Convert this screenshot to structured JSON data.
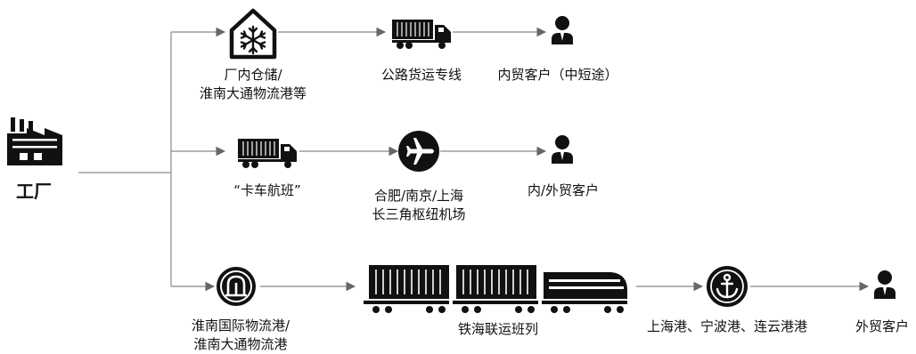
{
  "factory": {
    "label": "工厂"
  },
  "routes": [
    {
      "origin": {
        "line1": "厂内仓储/",
        "line2": "淮南大通物流港等",
        "icon": "snowflake-warehouse-icon"
      },
      "transport": {
        "label": "公路货运专线",
        "icon": "truck-icon"
      },
      "customer": {
        "label": "内贸客户（中短途）",
        "icon": "person-icon"
      }
    },
    {
      "origin": {
        "label": "“卡车航班”",
        "icon": "truck-icon"
      },
      "transport": {
        "line1": "合肥/南京/上海",
        "line2": "长三角枢纽机场",
        "icon": "airplane-icon"
      },
      "customer": {
        "label": "内/外贸客户",
        "icon": "person-icon"
      }
    },
    {
      "origin": {
        "line1": "淮南国际物流港/",
        "line2": "淮南大通物流港",
        "icon": "railway-logo-icon"
      },
      "transport": {
        "label": "铁海联运班列",
        "icon": "train-icon"
      },
      "port": {
        "label": "上海港、宁波港、连云港港",
        "icon": "anchor-icon"
      },
      "customer": {
        "label": "外贸客户",
        "icon": "person-icon"
      }
    }
  ]
}
